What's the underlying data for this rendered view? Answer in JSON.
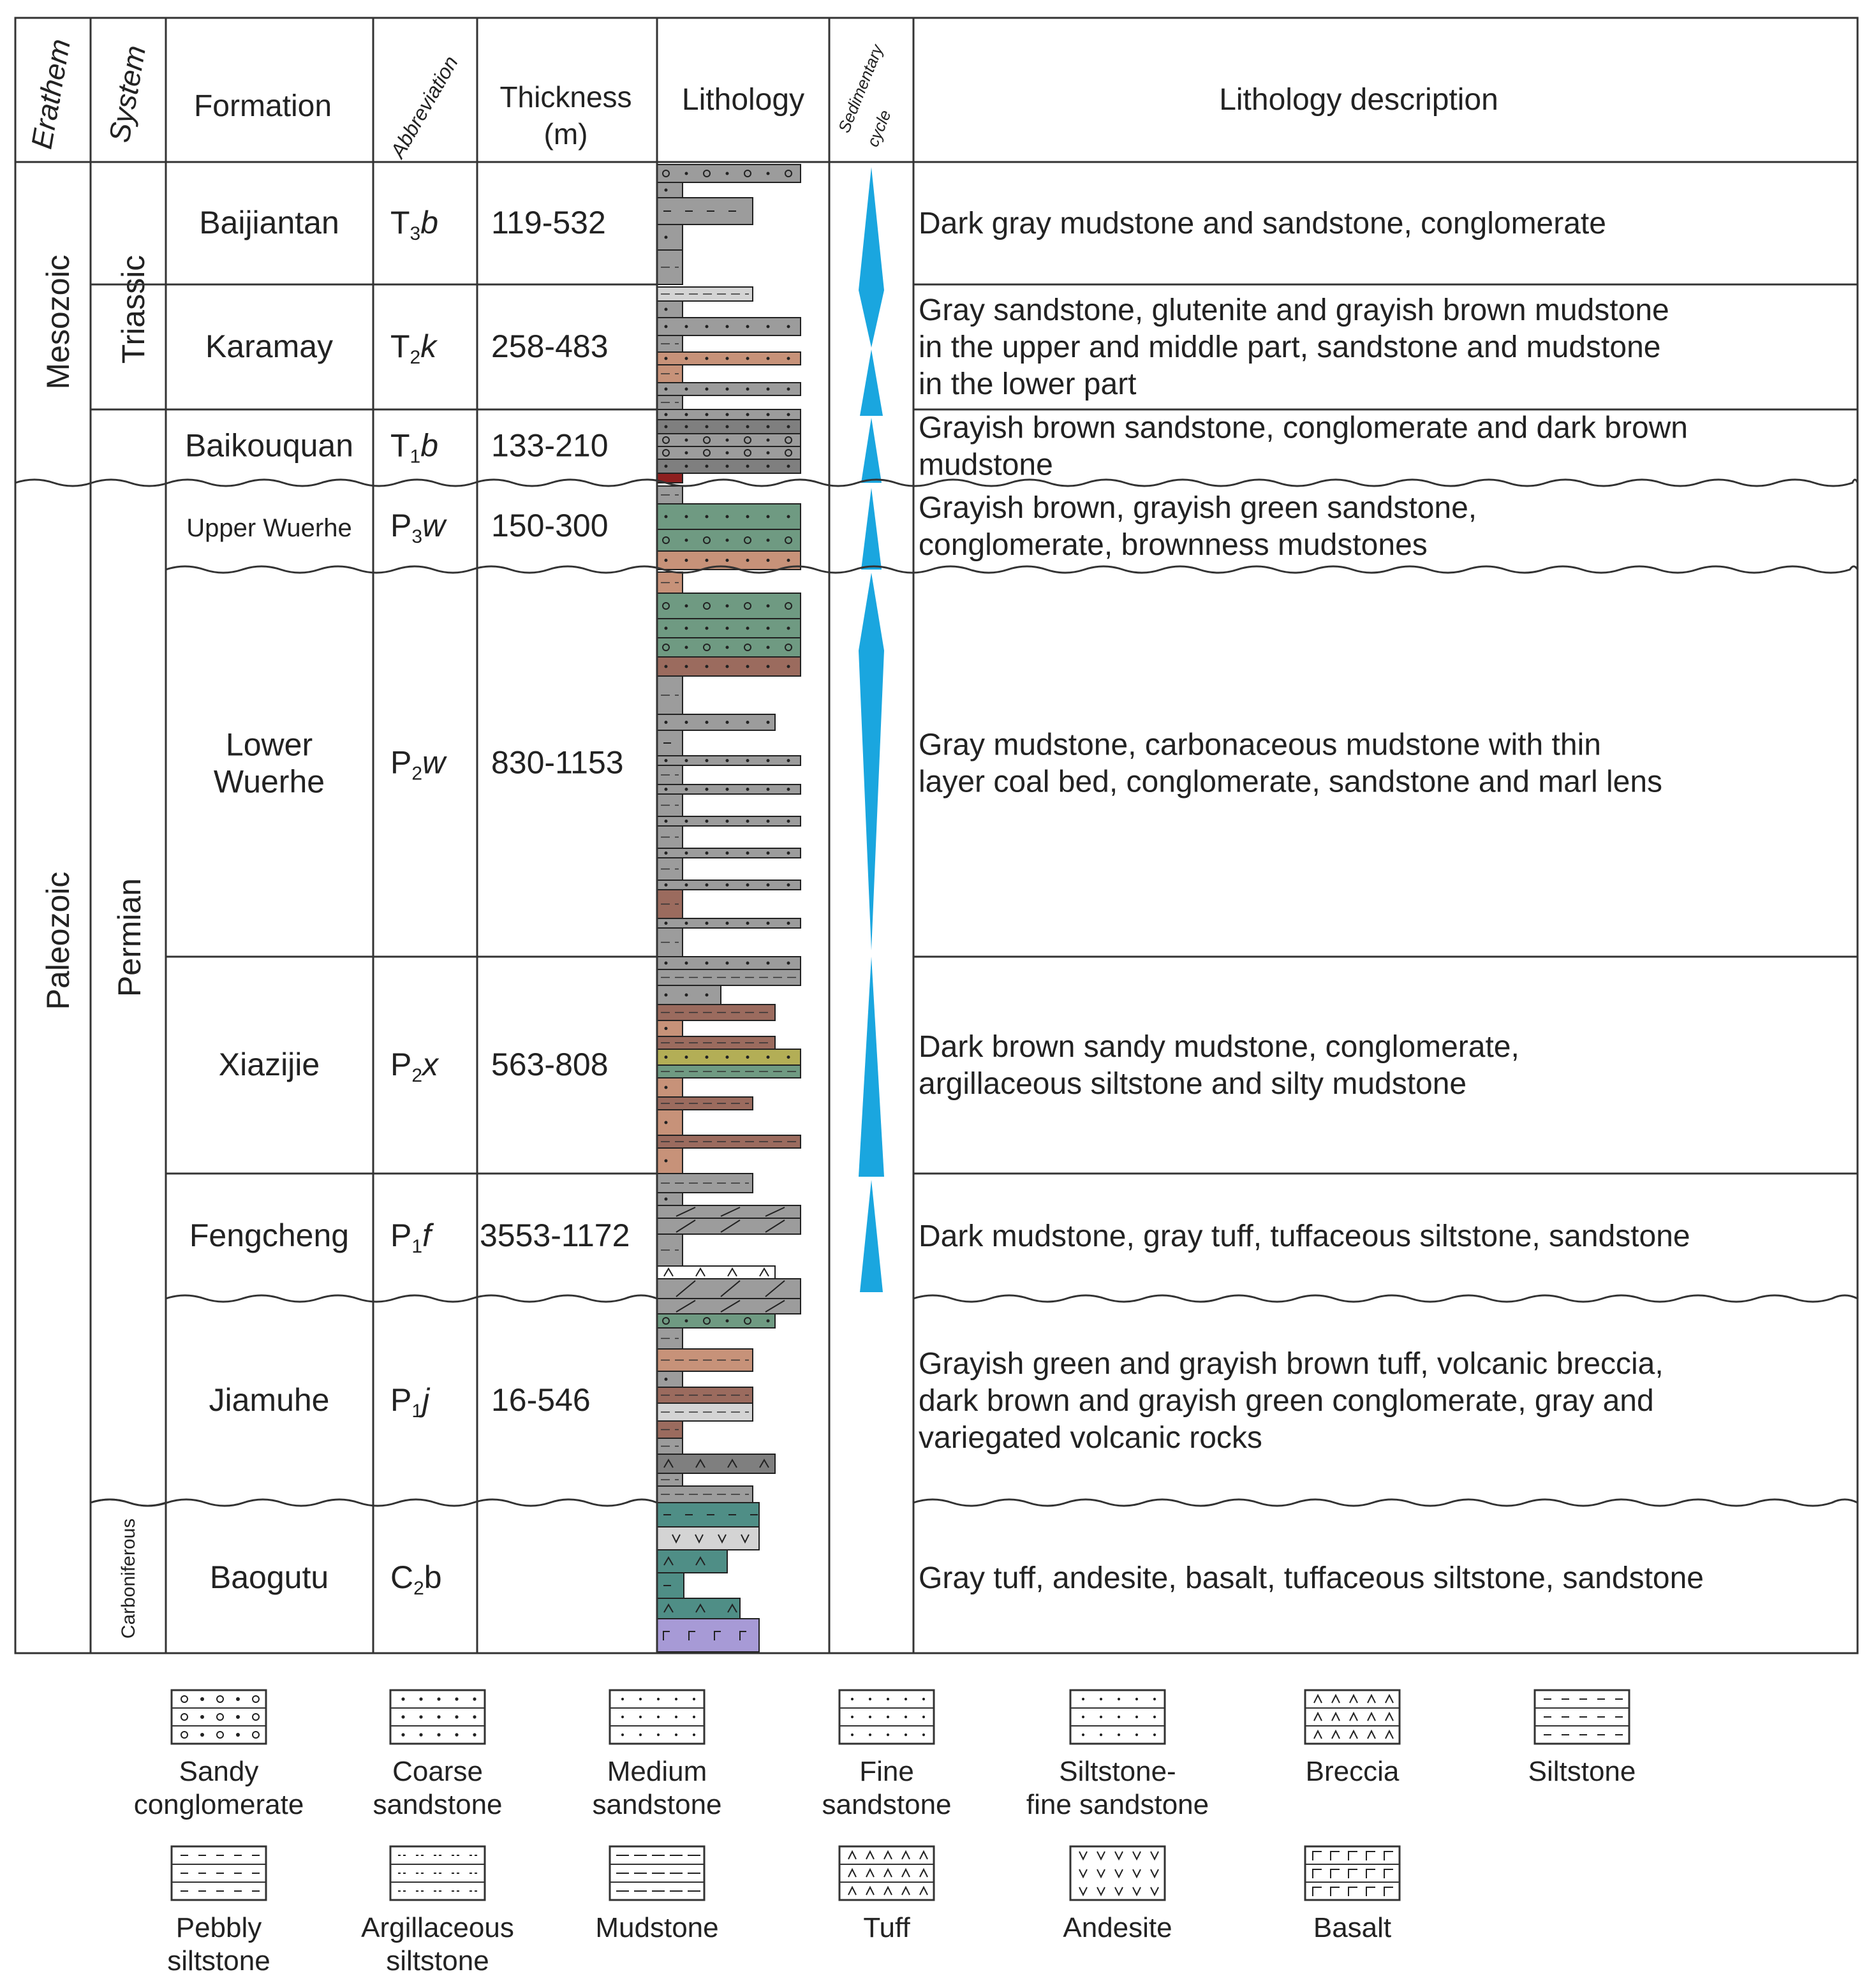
{
  "headers": {
    "erathem": "Erathem",
    "system": "System",
    "formation": "Formation",
    "abbreviation": "Abbreviation",
    "thickness_line1": "Thickness",
    "thickness_line2": "(m)",
    "lithology": "Lithology",
    "cycle_line1": "Sedimentary",
    "cycle_line2": "cycle",
    "description": "Lithology description"
  },
  "erathems": [
    {
      "label": "Mesozoic"
    },
    {
      "label": "Paleozoic"
    }
  ],
  "systems": [
    {
      "label": "Triassic"
    },
    {
      "label": "Permian"
    },
    {
      "label": "Carboniferous"
    }
  ],
  "rows": [
    {
      "formation": [
        "Baijiantan"
      ],
      "abbr_main": "T",
      "abbr_sub": "3",
      "abbr_suffix": "b",
      "thickness": "119-532",
      "description": [
        "Dark gray mudstone and sandstone, conglomerate"
      ]
    },
    {
      "formation": [
        "Karamay"
      ],
      "abbr_main": "T",
      "abbr_sub": "2",
      "abbr_suffix": "k",
      "thickness": "258-483",
      "description": [
        "Gray sandstone, glutenite and grayish brown mudstone",
        "in the upper and middle part, sandstone and mudstone",
        "in the lower part"
      ]
    },
    {
      "formation": [
        "Baikouquan"
      ],
      "abbr_main": "T",
      "abbr_sub": "1",
      "abbr_suffix": "b",
      "thickness": "133-210",
      "description": [
        "Grayish brown sandstone, conglomerate and dark brown",
        "mudstone"
      ]
    },
    {
      "formation": [
        "Upper Wuerhe"
      ],
      "abbr_main": "P",
      "abbr_sub": "3",
      "abbr_suffix": "w",
      "thickness": "150-300",
      "description": [
        "Grayish brown, grayish green sandstone,",
        "conglomerate, brownness mudstones"
      ]
    },
    {
      "formation": [
        "Lower",
        "Wuerhe"
      ],
      "abbr_main": "P",
      "abbr_sub": "2",
      "abbr_suffix": "w",
      "thickness": "830-1153",
      "description": [
        "Gray mudstone, carbonaceous mudstone with thin",
        "layer coal bed, conglomerate, sandstone and marl lens"
      ]
    },
    {
      "formation": [
        "Xiazijie"
      ],
      "abbr_main": "P",
      "abbr_sub": "2",
      "abbr_suffix": "x",
      "thickness": "563-808",
      "description": [
        "Dark brown sandy mudstone, conglomerate,",
        "argillaceous siltstone and silty mudstone"
      ]
    },
    {
      "formation": [
        "Fengcheng"
      ],
      "abbr_main": "P",
      "abbr_sub": "1",
      "abbr_suffix": "f",
      "thickness": "3553-1172",
      "description": [
        "Dark  mudstone, gray tuff, tuffaceous siltstone, sandstone"
      ]
    },
    {
      "formation": [
        "Jiamuhe"
      ],
      "abbr_main": "P",
      "abbr_sub": "1",
      "abbr_suffix": "j",
      "thickness": "16-546",
      "description": [
        "Grayish green and grayish brown tuff, volcanic breccia,",
        "dark brown and grayish green conglomerate, gray and",
        "variegated volcanic rocks"
      ]
    },
    {
      "formation": [
        "Baogutu"
      ],
      "abbr_main": "C",
      "abbr_sub": "2",
      "abbr_suffix": "b",
      "thickness": "",
      "description": [
        "Gray tuff, andesite, basalt, tuffaceous siltstone, sandstone"
      ]
    }
  ],
  "legend": [
    {
      "label": [
        "Sandy",
        "conglomerate"
      ],
      "pattern": "sandy-conglomerate"
    },
    {
      "label": [
        "Coarse",
        "sandstone"
      ],
      "pattern": "coarse-sandstone"
    },
    {
      "label": [
        "Medium",
        "sandstone"
      ],
      "pattern": "medium-sandstone"
    },
    {
      "label": [
        "Fine",
        "sandstone"
      ],
      "pattern": "fine-sandstone"
    },
    {
      "label": [
        "Siltstone-",
        "fine sandstone"
      ],
      "pattern": "siltstone-fine-sandstone"
    },
    {
      "label": [
        "Breccia"
      ],
      "pattern": "breccia"
    },
    {
      "label": [
        "Siltstone"
      ],
      "pattern": "siltstone"
    },
    {
      "label": [
        "Pebbly",
        "siltstone"
      ],
      "pattern": "pebbly-siltstone"
    },
    {
      "label": [
        "Argillaceous",
        "siltstone"
      ],
      "pattern": "argillaceous-siltstone"
    },
    {
      "label": [
        "Mudstone"
      ],
      "pattern": "mudstone"
    },
    {
      "label": [
        "Tuff"
      ],
      "pattern": "tuff"
    },
    {
      "label": [
        "Andesite"
      ],
      "pattern": "andesite"
    },
    {
      "label": [
        "Basalt"
      ],
      "pattern": "basalt"
    }
  ],
  "lithology_colors": {
    "gray": "#9c9c9c",
    "dark_gray": "#7f7f7f",
    "light_gray": "#d4d4d4",
    "brown": "#c79279",
    "dark_brown": "#9b6b5e",
    "green": "#6f9a82",
    "olive": "#b3ae56",
    "teal": "#4f8e86",
    "purple": "#a79ad6",
    "red": "#8e1f1f"
  },
  "cycle_color": "#1aa6df"
}
